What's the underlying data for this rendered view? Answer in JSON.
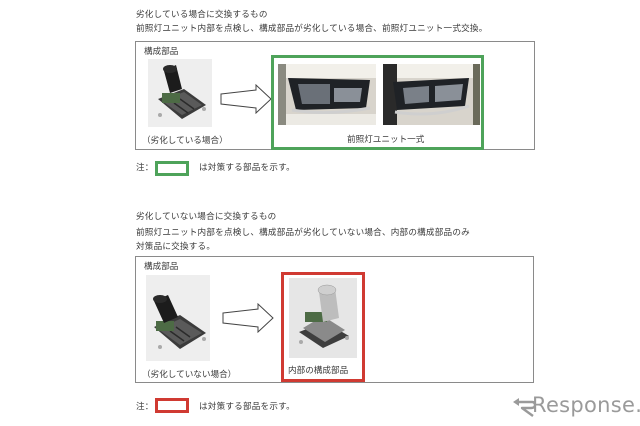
{
  "section1": {
    "heading": "劣化している場合に交換するもの",
    "description": "前照灯ユニット内部を点検し、構成部品が劣化している場合、前照灯ユニット一式交換。",
    "box_label": "構成部品",
    "part_caption": "（劣化している場合）",
    "result_caption": "前照灯ユニット一式",
    "note_prefix": "注：",
    "note_text": "は対策する部品を示す。",
    "highlight_color": "#4ea35a"
  },
  "section2": {
    "heading": "劣化していない場合に交換するもの",
    "description_line1": "前照灯ユニット内部を点検し、構成部品が劣化していない場合、内部の構成部品のみ",
    "description_line2": "対策品に交換する。",
    "box_label": "構成部品",
    "part_caption": "（劣化していない場合）",
    "result_caption": "内部の構成部品",
    "note_prefix": "注：",
    "note_text": "は対策する部品を示す。",
    "highlight_color": "#d03a32"
  },
  "watermark": {
    "brand": "Response."
  }
}
